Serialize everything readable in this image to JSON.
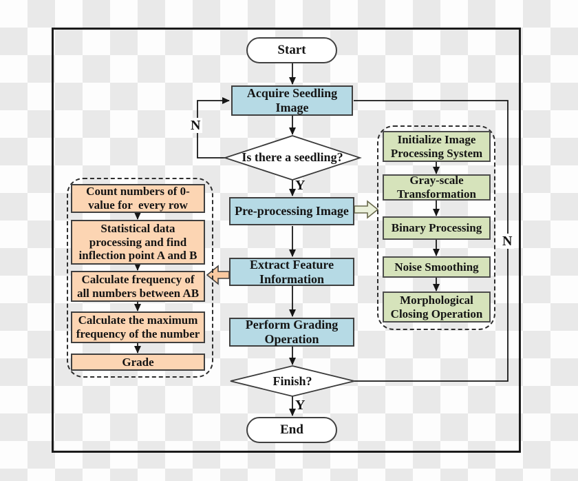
{
  "main_flow": {
    "start_label": "Start",
    "end_label": "End",
    "process_nodes": [
      {
        "id": "acquire-seedling-image",
        "label": "Acquire Seedling\nImage"
      },
      {
        "id": "pre-processing-image",
        "label": "Pre-processing Image"
      },
      {
        "id": "extract-feature-information",
        "label": "Extract Feature\nInformation"
      },
      {
        "id": "perform-grading-operation",
        "label": "Perform Grading\nOperation"
      }
    ],
    "decisions": [
      {
        "id": "is-there-a-seedling",
        "label": "Is there a seedling?"
      },
      {
        "id": "finish",
        "label": "Finish?"
      }
    ],
    "branch_labels": {
      "yes": "Y",
      "no": "N"
    }
  },
  "preprocessing_panel": {
    "steps": [
      {
        "label": "Initialize Image\nProcessing System"
      },
      {
        "label": "Gray-scale\nTransformation"
      },
      {
        "label": "Binary Processing"
      },
      {
        "label": "Noise Smoothing"
      },
      {
        "label": "Morphological\nClosing Operation"
      }
    ]
  },
  "feature_panel": {
    "steps": [
      {
        "label": "Count numbers of 0-\nvalue for  every row"
      },
      {
        "label": "Statistical data\nprocessing and find\ninflection point A and B"
      },
      {
        "label": "Calculate frequency of\nall numbers between AB"
      },
      {
        "label": "Calculate the maximum\nfrequency of the number"
      },
      {
        "label": "Grade"
      }
    ]
  },
  "colors": {
    "process_fill": "#b6dae5",
    "terminal_fill": "#ffffff",
    "decision_fill": "#ffffff",
    "panel_green_fill": "#d6e3bb",
    "panel_orange_fill": "#fcd5b3",
    "arrow_green_fill": "#eaf0da",
    "arrow_orange_fill": "#f9c9a0",
    "line_color": "#161616"
  }
}
